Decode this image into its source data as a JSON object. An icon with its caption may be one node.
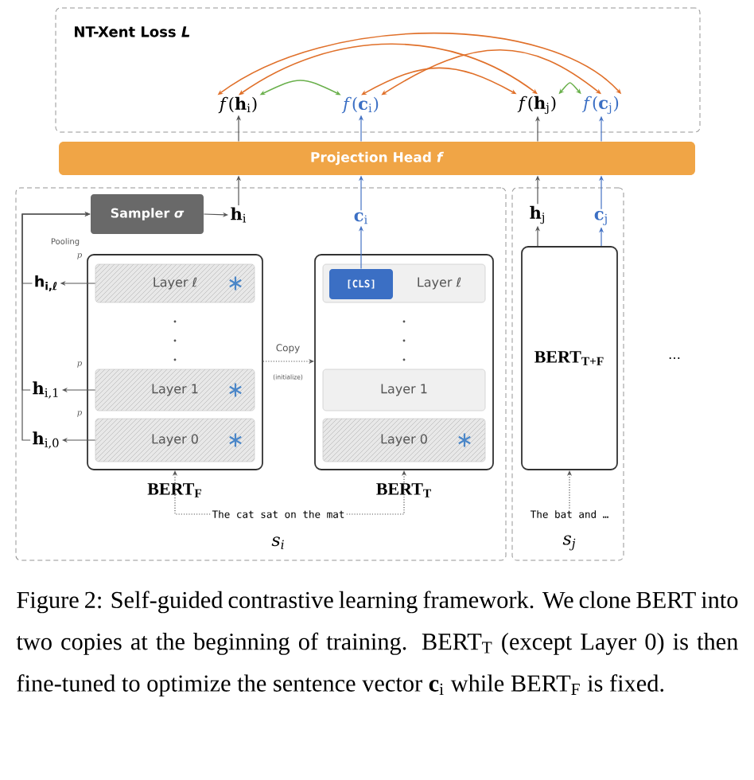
{
  "diagram": {
    "caption": "Figure 2: Self-guided contrastive learning framework. We clone BERT into two copies at the beginning of training. BERT$_{T}$ (except Layer 0) is then fine-tuned to optimize the sentence vector **c**$_{i}$ while BERT$_{F}$ is fixed.",
    "nodes": [
      {
        "text": [
          "NT-Xent Loss *L*"
        ]
      },
      {
        "text": [
          "*f*(**h**$_{i}$)"
        ],
        "in": 0
      },
      {
        "text": [
          "*f*(**c**$_{i}$)"
        ],
        "in": 0
      },
      {
        "text": [
          "*f*(**h**$_{j}$)"
        ],
        "in": 0
      },
      {
        "text": [
          "*f*(**c**$_{j}$)"
        ],
        "in": 0
      },
      {
        "text": [
          "Projection Head *f*"
        ]
      },
      {
        "text": [],
        "shape": "box"
      },
      {
        "text": [],
        "shape": "box"
      },
      {
        "text": [
          "Sampler *σ*"
        ],
        "in": 6
      },
      {
        "text": [
          "**h**$_{i}$"
        ],
        "in": 6
      },
      {
        "text": [
          "**c**$_{i}$"
        ],
        "in": 6
      },
      {
        "text": [],
        "shape": "box",
        "in": 6,
        "beside": [
          "BERT$_{F}$"
        ]
      },
      {
        "text": [
          "Layer *ℓ*"
        ],
        "in": 11
      },
      {
        "text": [
          "Layer 1"
        ],
        "in": 11
      },
      {
        "text": [
          "Layer 0"
        ],
        "in": 11
      },
      {
        "text": [
          "**h**$_{i,ℓ}$"
        ],
        "in": 6
      },
      {
        "text": [
          "**h**$_{i,1}$"
        ],
        "in": 6
      },
      {
        "text": [
          "**h**$_{i,0}$"
        ],
        "in": 6
      },
      {
        "text": [],
        "shape": "box",
        "in": 6,
        "beside": [
          "BERT$_{T}$"
        ]
      },
      {
        "text": [
          "Layer *ℓ*"
        ],
        "in": 18
      },
      {
        "text": [
          "[CLS]"
        ],
        "in": 19
      },
      {
        "text": [
          "Layer 1"
        ],
        "in": 18
      },
      {
        "text": [
          "Layer 0"
        ],
        "in": 18
      },
      {
        "text": [
          "The cat sat on the mat"
        ],
        "in": 6
      },
      {
        "text": [
          "**h**$_{j}$"
        ],
        "in": 7
      },
      {
        "text": [
          "**c**$_{j}$"
        ],
        "in": 7
      },
      {
        "text": [
          "BERT$_{T+F}$"
        ],
        "in": 7
      },
      {
        "text": [
          "The bat and …"
        ],
        "in": 7
      }
    ],
    "edges": [
      {
        "from": 1,
        "to": 4,
        "arrow": "both",
        "color": "#e0702a"
      },
      {
        "from": 1,
        "to": 3,
        "arrow": "both",
        "color": "#e0702a"
      },
      {
        "from": 2,
        "to": 4,
        "arrow": "both",
        "color": "#e0702a"
      },
      {
        "from": 2,
        "to": 3,
        "arrow": "both",
        "color": "#e0702a"
      },
      {
        "from": 1,
        "to": 2,
        "arrow": "both",
        "color": "#6ab04c"
      },
      {
        "from": 3,
        "to": 4,
        "arrow": "both",
        "color": "#6ab04c"
      },
      {
        "from": 5,
        "to": 1,
        "arrow": "to"
      },
      {
        "from": 5,
        "to": 2,
        "arrow": "to",
        "color": "#4472c4"
      },
      {
        "from": 5,
        "to": 3,
        "arrow": "to"
      },
      {
        "from": 5,
        "to": 4,
        "arrow": "to",
        "color": "#4472c4"
      },
      {
        "from": 9,
        "to": 5,
        "arrow": "to"
      },
      {
        "from": 10,
        "to": 5,
        "arrow": "to",
        "color": "#4472c4"
      },
      {
        "from": 24,
        "to": 5,
        "arrow": "to"
      },
      {
        "from": 25,
        "to": 5,
        "arrow": "to",
        "color": "#4472c4"
      },
      {
        "from": 8,
        "to": 9,
        "arrow": "to"
      },
      {
        "from": 15,
        "to": 8,
        "arrow": "to"
      },
      {
        "from": 16,
        "to": 8,
        "arrow": "to"
      },
      {
        "from": 17,
        "to": 8,
        "arrow": "to"
      },
      {
        "from": 12,
        "to": 15,
        "arrow": "to"
      },
      {
        "from": 13,
        "to": 16,
        "arrow": "to"
      },
      {
        "from": 14,
        "to": 17,
        "arrow": "to"
      },
      {
        "from": 20,
        "to": 10,
        "arrow": "to",
        "color": "#4472c4"
      },
      {
        "from": 11,
        "to": 18,
        "arrow": "to",
        "label": "Copy",
        "style": "dashed"
      },
      {
        "from": 23,
        "to": 11,
        "arrow": "to",
        "style": "dashed"
      },
      {
        "from": 23,
        "to": 18,
        "arrow": "to",
        "style": "dashed"
      },
      {
        "from": 26,
        "to": 24,
        "arrow": "to"
      },
      {
        "from": 26,
        "to": 25,
        "arrow": "to",
        "color": "#4472c4"
      },
      {
        "from": 27,
        "to": 26,
        "arrow": "to",
        "style": "dashed"
      }
    ],
    "labels": [
      "Pooling",
      "p",
      "p",
      "p",
      "(initialize)",
      "s$_{i}$",
      "s$_{j}$",
      "…"
    ]
  }
}
